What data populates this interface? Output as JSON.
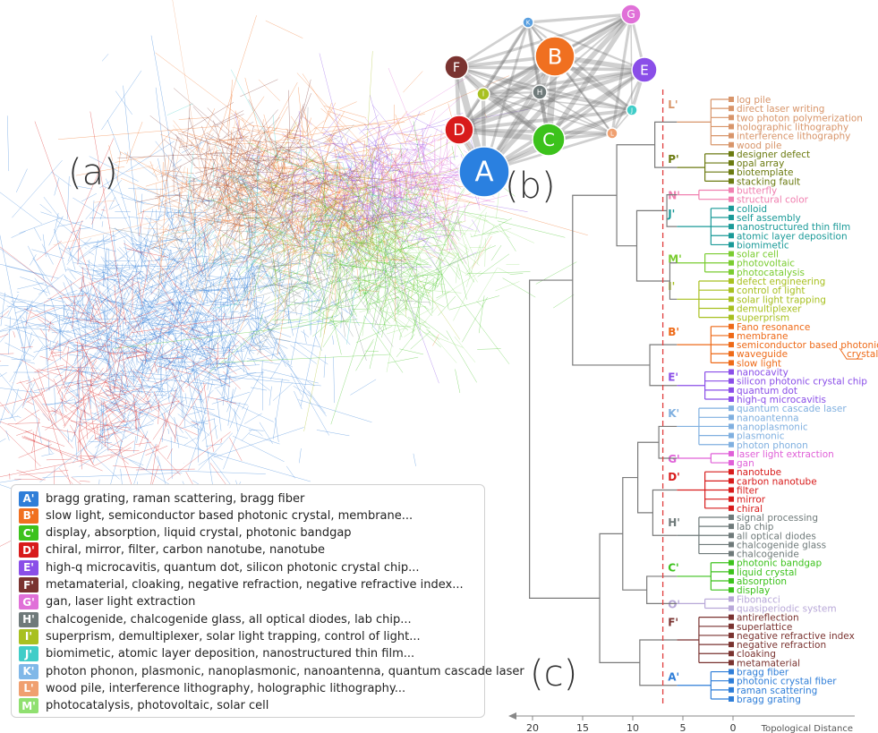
{
  "panels": {
    "a": "(a)",
    "b": "(b)",
    "c": "(c)"
  },
  "axis": {
    "label": "Topological Distance",
    "ticks": [
      "20",
      "15",
      "10",
      "5",
      "0"
    ],
    "tick_values": [
      20,
      15,
      10,
      5,
      0
    ],
    "range": [
      21.5,
      -6
    ],
    "cut_line": 7
  },
  "legend": [
    {
      "tag": "A'",
      "color": "#2f7ed8",
      "text": "bragg grating, raman scattering, bragg fiber"
    },
    {
      "tag": "B'",
      "color": "#f07020",
      "text": "slow light, semiconductor based photonic crystal, membrane..."
    },
    {
      "tag": "C'",
      "color": "#3cc21c",
      "text": "display, absorption, liquid crystal, photonic bandgap"
    },
    {
      "tag": "D'",
      "color": "#d81b1b",
      "text": "chiral, mirror, filter, carbon nanotube, nanotube"
    },
    {
      "tag": "E'",
      "color": "#8a4ee8",
      "text": "high-q microcavitis, quantum dot, silicon photonic crystal chip..."
    },
    {
      "tag": "F'",
      "color": "#7a3330",
      "text": "metamaterial, cloaking, negative refraction, negative refractive index..."
    },
    {
      "tag": "G'",
      "color": "#e070d8",
      "text": "gan, laser light extraction"
    },
    {
      "tag": "H'",
      "color": "#6f7a7a",
      "text": "chalcogenide, chalcogenide glass, all optical diodes, lab chip..."
    },
    {
      "tag": "I'",
      "color": "#a8c020",
      "text": "superprism, demultiplexer, solar light trapping, control of light..."
    },
    {
      "tag": "J'",
      "color": "#40cdc8",
      "text": "biomimetic, atomic layer deposition, nanostructured thin film..."
    },
    {
      "tag": "K'",
      "color": "#80b8e8",
      "text": "photon phonon, plasmonic, nanoplasmonic, nanoantenna, quantum cascade laser"
    },
    {
      "tag": "L'",
      "color": "#f0a070",
      "text": "wood pile, interference lithography, holographic lithography..."
    },
    {
      "tag": "M'",
      "color": "#90e070",
      "text": "photocatalysis, photovoltaic, solar cell"
    }
  ],
  "network": {
    "nodes": [
      {
        "label": "A",
        "color": "#2a80e0",
        "size": "large"
      },
      {
        "label": "B",
        "color": "#f07020",
        "size": "large"
      },
      {
        "label": "C",
        "color": "#3cc21c",
        "size": "medium"
      },
      {
        "label": "D",
        "color": "#d81b1b",
        "size": "medium"
      },
      {
        "label": "E",
        "color": "#8a4ee8",
        "size": "small"
      },
      {
        "label": "F",
        "color": "#7a3330",
        "size": "small"
      },
      {
        "label": "G",
        "color": "#e070d8",
        "size": "small"
      },
      {
        "label": "H",
        "color": "#6f7a7a",
        "size": "tiny"
      },
      {
        "label": "I",
        "color": "#a8c020",
        "size": "tiny"
      },
      {
        "label": "J",
        "color": "#40cdc8",
        "size": "tiny"
      },
      {
        "label": "K",
        "color": "#5aa0e0",
        "size": "tiny"
      },
      {
        "label": "L",
        "color": "#f0a070",
        "size": "tiny"
      }
    ]
  },
  "dendrogram": {
    "groups": [
      {
        "tag": "L'",
        "color": "#d8956a",
        "leaves": [
          "log pile",
          "direct laser writing",
          "two photon polymerization",
          "holographic lithography",
          "interference lithography",
          "wood pile"
        ]
      },
      {
        "tag": "P'",
        "color": "#6b7a10",
        "leaves": [
          "designer defect",
          "opal array",
          "biotemplate",
          "stacking fault"
        ]
      },
      {
        "tag": "N'",
        "color": "#f080b0",
        "leaves": [
          "butterfly",
          "structural color"
        ]
      },
      {
        "tag": "J'",
        "color": "#1a9a98",
        "leaves": [
          "colloid",
          "self assembly",
          "nanostructured thin film",
          "atomic layer deposition",
          "biomimetic"
        ]
      },
      {
        "tag": "M'",
        "color": "#7acc30",
        "leaves": [
          "solar cell",
          "photovoltaic",
          "photocatalysis"
        ]
      },
      {
        "tag": "I'",
        "color": "#a8c020",
        "leaves": [
          "defect engineering",
          "control of light",
          "solar light trapping",
          "demultiplexer",
          "superprism"
        ]
      },
      {
        "tag": "B'",
        "color": "#ee6a18",
        "leaves": [
          "Fano resonance",
          "membrane",
          "semiconductor based photonic",
          "waveguide",
          "slow light"
        ]
      },
      {
        "tag": "E'",
        "color": "#8a4ee8",
        "leaves": [
          "nanocavity",
          "silicon photonic crystal chip",
          "quantum dot",
          "high-q microcavitis"
        ]
      },
      {
        "tag": "K'",
        "color": "#80b0e0",
        "leaves": [
          "quantum cascade laser",
          "nanoantenna",
          "nanoplasmonic",
          "plasmonic",
          "photon phonon"
        ]
      },
      {
        "tag": "G'",
        "color": "#e060d8",
        "leaves": [
          "laser light extraction",
          "gan"
        ]
      },
      {
        "tag": "D'",
        "color": "#d81b1b",
        "leaves": [
          "nanotube",
          "carbon nanotube",
          "filter",
          "mirror",
          "chiral"
        ]
      },
      {
        "tag": "H'",
        "color": "#6f7a7a",
        "leaves": [
          "signal processing",
          "lab chip",
          "all optical diodes",
          "chalcogenide glass",
          "chalcogenide"
        ]
      },
      {
        "tag": "C'",
        "color": "#3cc21c",
        "leaves": [
          "photonic bandgap",
          "liquid crystal",
          "absorption",
          "display"
        ]
      },
      {
        "tag": "O'",
        "color": "#b8a8d8",
        "leaves": [
          "Fibonacci",
          "quasiperiodic system"
        ]
      },
      {
        "tag": "F'",
        "color": "#7a3330",
        "leaves": [
          "antireflection",
          "superlattice",
          "negative refractive index",
          "negative refraction",
          "cloaking",
          "metamaterial"
        ]
      },
      {
        "tag": "A'",
        "color": "#2f7ed8",
        "leaves": [
          "bragg fiber",
          "photonic crystal fiber",
          "raman scattering",
          "bragg grating"
        ]
      }
    ],
    "callout": "crystal",
    "trunk_color": "#7a7a7a"
  },
  "colors": {
    "background": "#ffffff",
    "cut_line": "#e04040",
    "axis": "#888888"
  }
}
